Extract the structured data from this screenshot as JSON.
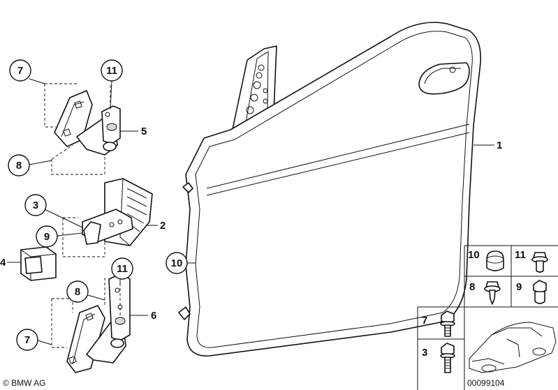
{
  "callouts": {
    "c7_top": "7",
    "c11_top": "11",
    "c5": "5",
    "c8_top": "8",
    "c3": "3",
    "c2": "2",
    "c9": "9",
    "c4": "4",
    "c11_bottom": "11",
    "c8_bottom": "8",
    "c6": "6",
    "c7_bottom": "7",
    "c10": "10",
    "c1": "1"
  },
  "legend": {
    "row1_left": "10",
    "row1_right": "11",
    "row2_left": "8",
    "row2_right": "9",
    "row3": "7",
    "row4": "3"
  },
  "footer": {
    "copyright": "© BMW AG",
    "diagram_number": "00099104"
  }
}
